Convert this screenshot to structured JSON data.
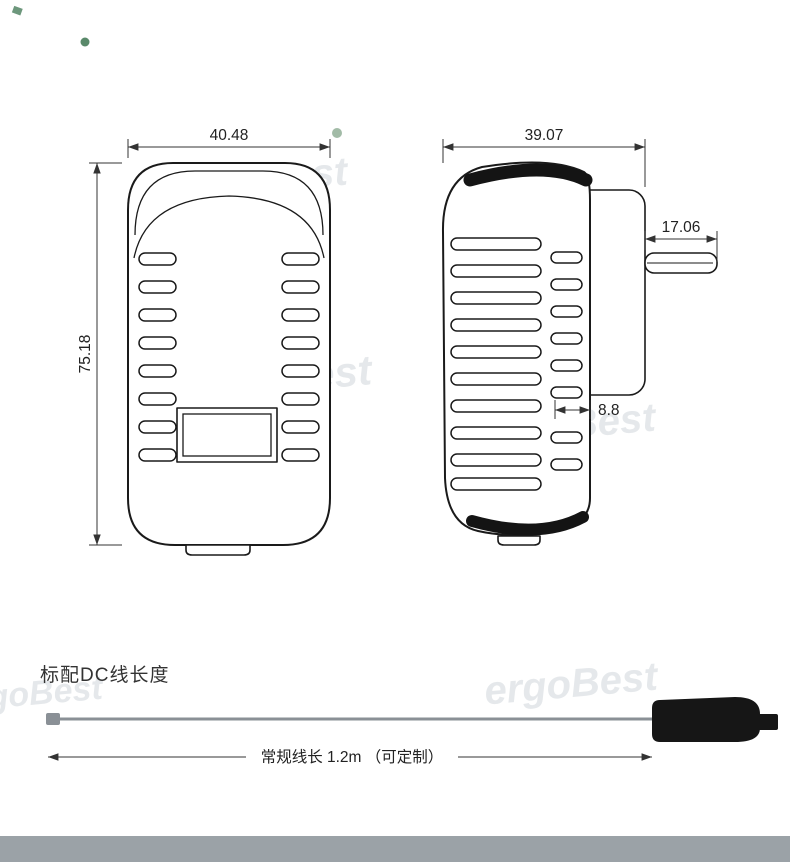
{
  "page": {
    "type": "product-dimension-diagram",
    "colors": {
      "footer": "#9BA2A7",
      "line": "#1a1a1a",
      "dimension": "#333333",
      "watermark": "#CDD3D8",
      "cable": "#8A9096",
      "accent_green": "#2F6B45"
    }
  },
  "watermark": {
    "text": "ergoBest"
  },
  "dims": {
    "front_width": "40.48",
    "front_height": "75.18",
    "side_depth": "39.07",
    "pin_length": "17.06",
    "step": "8.8"
  },
  "cable": {
    "title": "标配DC线长度",
    "note": "常规线长 1.2m （可定制）"
  }
}
